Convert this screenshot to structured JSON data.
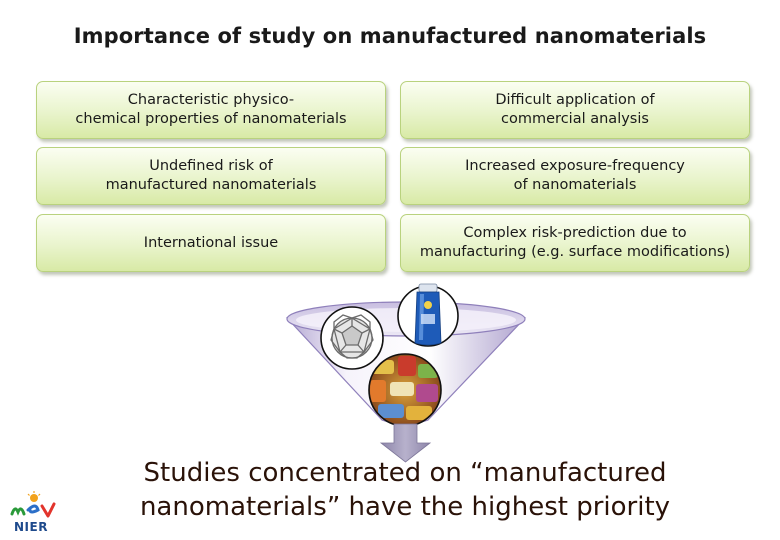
{
  "title": "Importance of study on manufactured nanomaterials",
  "boxes": [
    {
      "text": "Characteristic physico-\nchemical properties of nanomaterials"
    },
    {
      "text": "Difficult application of\ncommercial analysis"
    },
    {
      "text": "Undefined risk of\nmanufactured nanomaterials"
    },
    {
      "text": "Increased exposure-frequency\nof nanomaterials"
    },
    {
      "text": "International issue"
    },
    {
      "text": "Complex risk-prediction due to\nmanufacturing (e.g. surface modifications)"
    }
  ],
  "conclusion": "Studies concentrated on “manufactured\nnanomaterials” have the highest priority",
  "logo": {
    "text": "NIER",
    "mark": "mev"
  },
  "images": {
    "fullerene": "fullerene-icon",
    "sunscreen": "sunscreen-bottle-icon",
    "food": "food-products-icon"
  },
  "colors": {
    "box_fill": "#e9f4cc",
    "box_border": "#b9d27e",
    "funnel": "#a99bc9",
    "arrow": "#9a93b5",
    "conclusion_text": "#2a1208",
    "logo_text": "#1e4a8c"
  }
}
